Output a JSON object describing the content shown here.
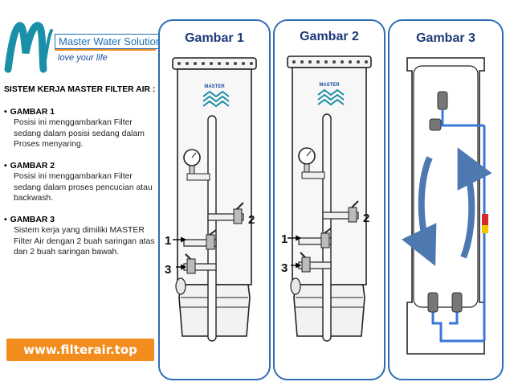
{
  "brand": {
    "name": "Master Water Solution",
    "tagline": "love your life",
    "logo_letter": "M",
    "colors": {
      "blue": "#1c6fb5",
      "orange": "#f28c1c",
      "teal": "#1a8fa8"
    }
  },
  "content": {
    "heading": "SISTEM KERJA MASTER FILTER AIR :",
    "bullets": [
      {
        "title": "GAMBAR 1",
        "text": "Posisi ini menggambarkan Filter sedang dalam posisi sedang dalam Proses menyaring."
      },
      {
        "title": "GAMBAR 2",
        "text": "Posisi ini menggambarkan Filter sedang dalam proses pencucian atau backwash."
      },
      {
        "title": "GAMBAR 3",
        "text": "Sistem kerja yang dimiliki MASTER Filter Air dengan 2 buah saringan atas dan 2 buah saringan bawah."
      }
    ]
  },
  "website": "www.filterair.top",
  "panels": [
    {
      "title": "Gambar 1",
      "labels": [
        "1",
        "2",
        "3"
      ],
      "tank_label": "MASTER"
    },
    {
      "title": "Gambar 2",
      "labels": [
        "1",
        "2",
        "3"
      ],
      "tank_label": "MASTER"
    },
    {
      "title": "Gambar 3"
    }
  ]
}
